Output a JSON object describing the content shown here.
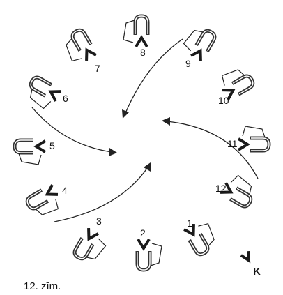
{
  "figure": {
    "caption": "12. zīm.",
    "k_label": "K",
    "colors": {
      "ink": "#222222",
      "figure_fill": "#333333",
      "background": "#ffffff"
    },
    "positions": [
      {
        "label": "1"
      },
      {
        "label": "2"
      },
      {
        "label": "3"
      },
      {
        "label": "4"
      },
      {
        "label": "5"
      },
      {
        "label": "6"
      },
      {
        "label": "7"
      },
      {
        "label": "8"
      },
      {
        "label": "9"
      },
      {
        "label": "10"
      },
      {
        "label": "11"
      },
      {
        "label": "12"
      }
    ]
  }
}
